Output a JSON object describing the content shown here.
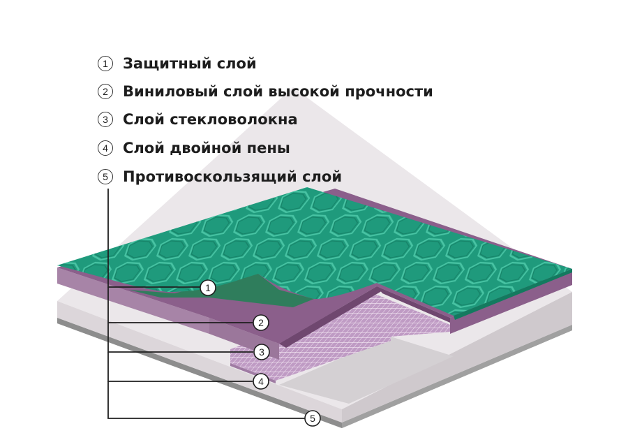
{
  "legend": [
    {
      "num": "1",
      "label": "Защитный слой"
    },
    {
      "num": "2",
      "label": "Виниловый слой высокой прочности"
    },
    {
      "num": "3",
      "label": "Слой стекловолокна"
    },
    {
      "num": "4",
      "label": "Слой двойной пены"
    },
    {
      "num": "5",
      "label": "Противоскользящий слой"
    }
  ],
  "callouts": [
    "1",
    "2",
    "3",
    "4",
    "5"
  ],
  "colors": {
    "green_top": "#1f9a7c",
    "green_cut": "#2f7d5c",
    "purple": "#8b5f8b",
    "purple_light": "#a784a7",
    "foam": "#ebe7ea",
    "base": "#b9b9b9",
    "base_dark": "#8d8d8d",
    "mesh": "#c79ac7",
    "line": "#1e1e1e"
  }
}
